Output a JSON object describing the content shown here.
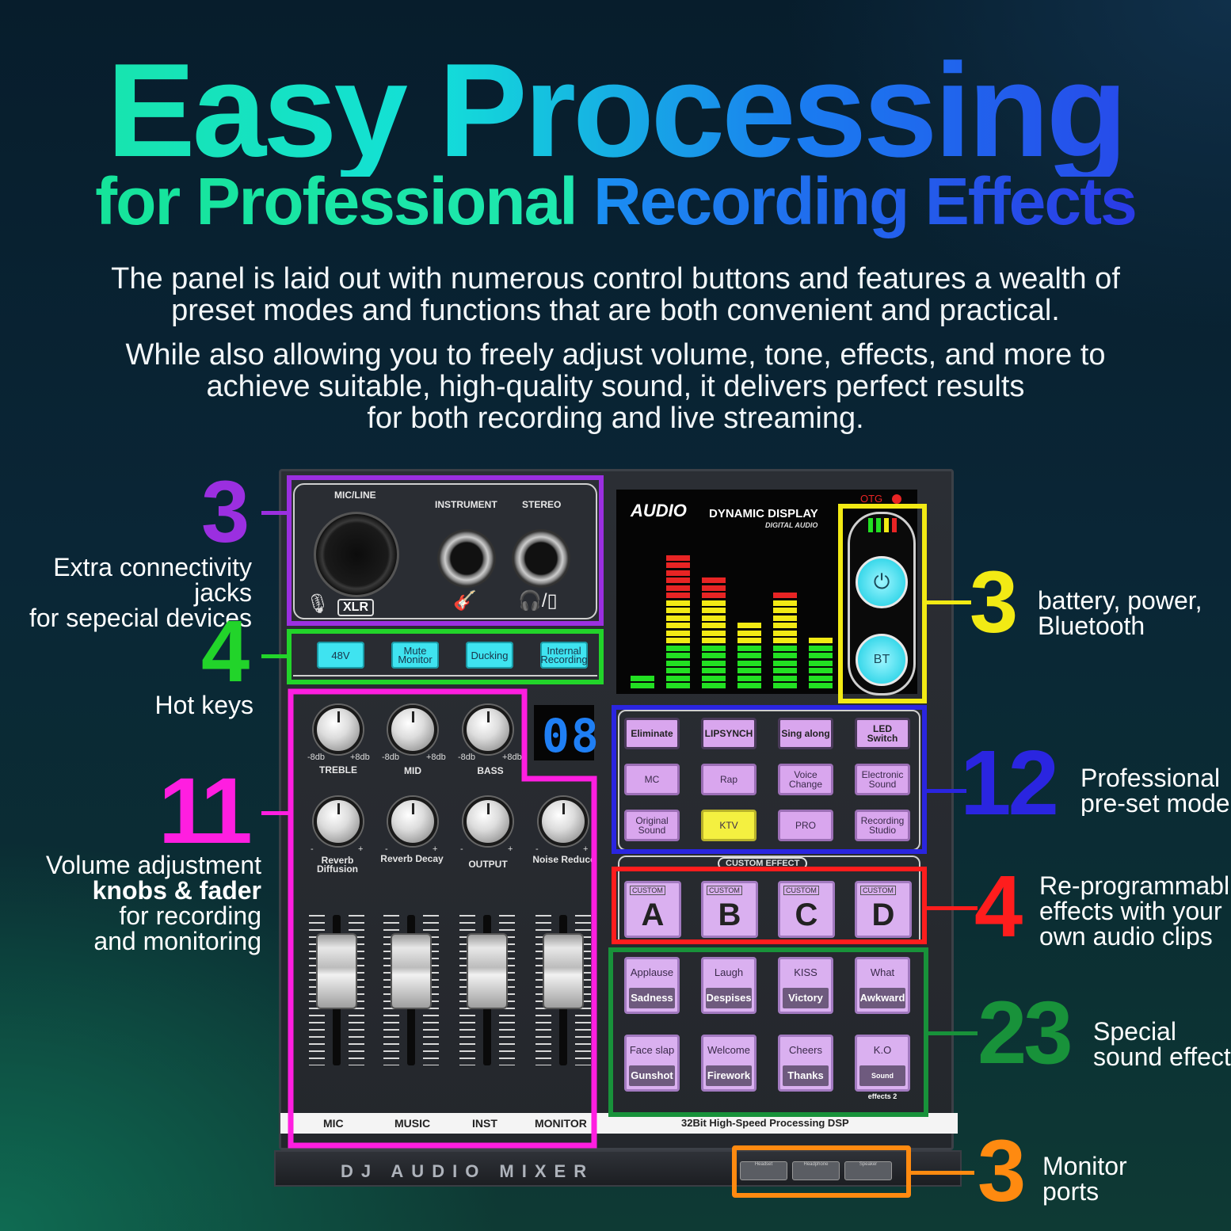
{
  "headline": {
    "title": "Easy Processing",
    "subtitle_part1": "for Professional",
    "subtitle_part2": "Recording Effects"
  },
  "description": {
    "para1_line1": "The panel is laid out with numerous control buttons and features a wealth of",
    "para1_line2": "preset modes and functions that are both convenient and practical.",
    "para2_line1": "While also allowing you to freely adjust volume, tone, effects, and more to",
    "para2_line2": "achieve suitable, high-quality sound, it delivers perfect results",
    "para2_line3": "for both recording and live streaming."
  },
  "callouts": {
    "jacks": {
      "number": "3",
      "line1": "Extra connectivity jacks",
      "line2": "for sepecial devices",
      "color": "#9b2fe0"
    },
    "hotkeys": {
      "number": "4",
      "line1": "Hot keys",
      "color": "#22d42a"
    },
    "knobs": {
      "number": "11",
      "line1": "Volume adjustment",
      "line2": "knobs & fader",
      "line3": "for recording",
      "line4": "and monitoring",
      "color": "#ff1ee0"
    },
    "power": {
      "number": "3",
      "line1": "battery, power,",
      "line2": "Bluetooth",
      "color": "#f2ea14"
    },
    "presets": {
      "number": "12",
      "line1": "Professional",
      "line2": "pre-set mode",
      "color": "#2a25e0"
    },
    "custom": {
      "number": "4",
      "line1": "Re-programmabl",
      "line2": "effects with your",
      "line3": "own audio clips",
      "color": "#ff1d1d"
    },
    "sfx": {
      "number": "23",
      "line1": "Special",
      "line2": "sound effect",
      "color": "#18923a"
    },
    "monitor": {
      "number": "3",
      "line1": "Monitor",
      "line2": "ports",
      "color": "#ff8a10"
    }
  },
  "mixer": {
    "inputs": {
      "mic_line": "MIC/LINE",
      "instrument": "INSTRUMENT",
      "stereo": "STEREO",
      "xlr": "XLR"
    },
    "hotkeys": [
      "48V",
      "Mute Monitor",
      "Ducking",
      "Internal Recording"
    ],
    "eq_knobs": [
      {
        "label": "TREBLE",
        "min": "-8db",
        "max": "+8db"
      },
      {
        "label": "MID",
        "min": "-8db",
        "max": "+8db"
      },
      {
        "label": "BASS",
        "min": "-8db",
        "max": "+8db"
      }
    ],
    "fx_knobs": [
      "Reverb Diffusion",
      "Reverb Decay",
      "OUTPUT",
      "Noise Reduce"
    ],
    "knob_min_sign": "-",
    "knob_max_sign": "+",
    "led_readout": "08",
    "faders": [
      "MIC",
      "MUSIC",
      "INST",
      "MONITOR"
    ],
    "display": {
      "brand": "AUDIO",
      "title": "DYNAMIC DISPLAY",
      "subtitle": "DIGITAL AUDIO",
      "otg": "OTG"
    },
    "power_buttons": {
      "power_icon": "power-icon",
      "bt": "BT"
    },
    "preset_modes": [
      [
        "Eliminate",
        "LIPSYNCH",
        "Sing along",
        "LED Switch"
      ],
      [
        "MC",
        "Rap",
        "Voice Change",
        "Electronic Sound"
      ],
      [
        "Original Sound",
        "KTV",
        "PRO",
        "Recording Studio"
      ]
    ],
    "custom_effect_label": "CUSTOM EFFECT",
    "custom_buttons": [
      {
        "tag": "CUSTOM",
        "letter": "A"
      },
      {
        "tag": "CUSTOM",
        "letter": "B"
      },
      {
        "tag": "CUSTOM",
        "letter": "C"
      },
      {
        "tag": "CUSTOM",
        "letter": "D"
      }
    ],
    "sound_effects": [
      [
        {
          "top": "Applause",
          "bottom": "Sadness"
        },
        {
          "top": "Laugh",
          "bottom": "Despises"
        },
        {
          "top": "KISS",
          "bottom": "Victory"
        },
        {
          "top": "What",
          "bottom": "Awkward"
        }
      ],
      [
        {
          "top": "Face slap",
          "bottom": "Gunshot"
        },
        {
          "top": "Welcome",
          "bottom": "Firework"
        },
        {
          "top": "Cheers",
          "bottom": "Thanks"
        },
        {
          "top": "K.O",
          "bottom": "Sound effects 2"
        }
      ]
    ],
    "dsp_label": "32Bit High-Speed  Processing DSP",
    "footer_brand": "DJ AUDIO MIXER",
    "monitor_ports": [
      "Headset",
      "Headphone",
      "Speaker"
    ]
  },
  "colors": {
    "screen_green": "#22e022",
    "screen_yellow": "#f2ea14",
    "screen_red": "#e82424",
    "hotkey_cyan": "#3fe3f0",
    "preset_lilac": "#d9a6ee",
    "ktv_yellow": "#f4f040"
  }
}
